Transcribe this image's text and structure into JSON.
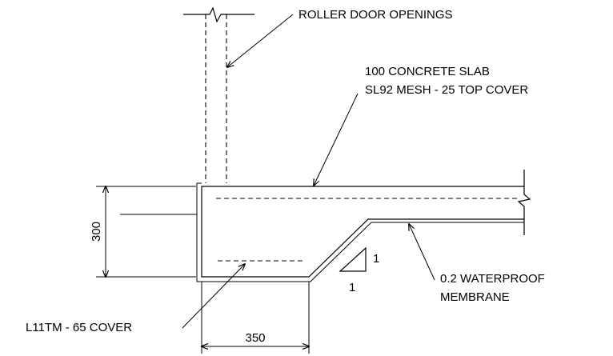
{
  "notes": {
    "roller_door": "ROLLER DOOR OPENINGS",
    "slab_line1": "100 CONCRETE SLAB",
    "slab_line2": "SL92 MESH - 25 TOP COVER",
    "membrane_line1": "0.2 WATERPROOF",
    "membrane_line2": "MEMBRANE",
    "footing": "L11TM - 65 COVER"
  },
  "dimensions": {
    "depth": "300",
    "width": "350"
  },
  "slope": {
    "rise": "1",
    "run": "1"
  }
}
